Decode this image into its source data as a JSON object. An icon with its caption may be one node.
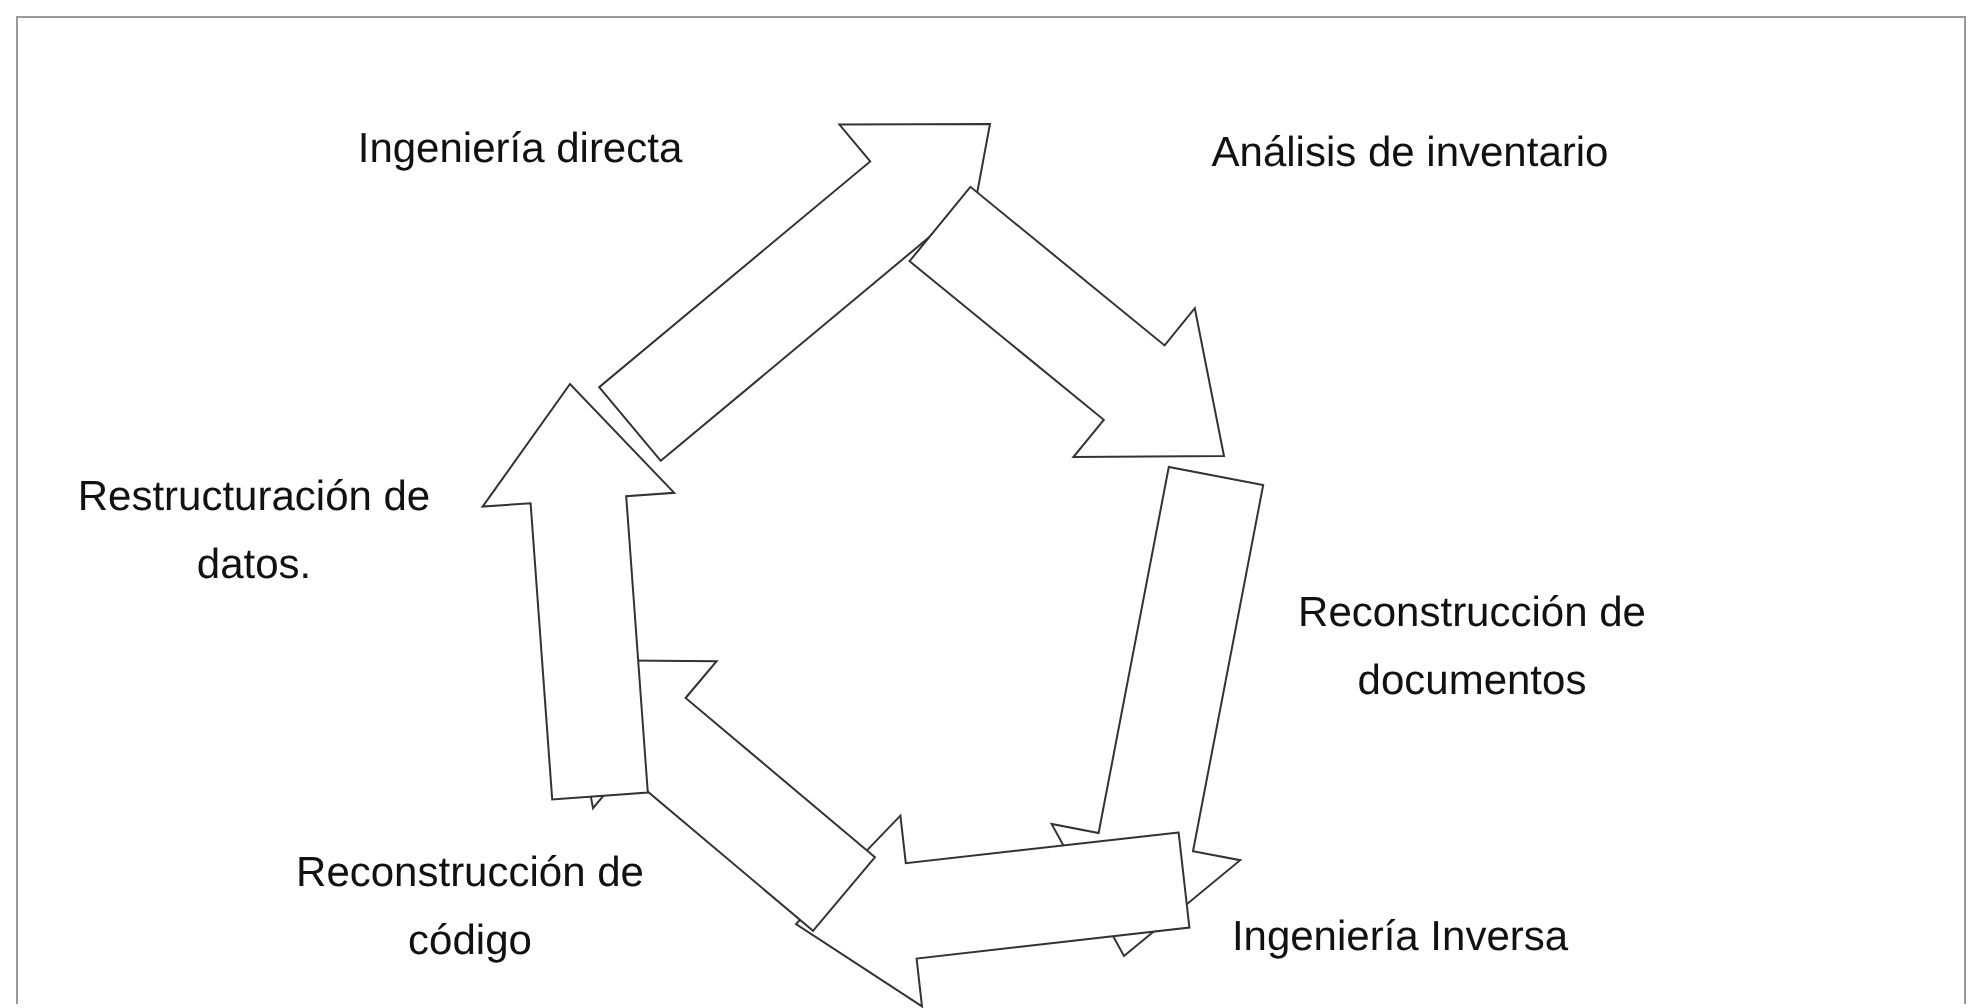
{
  "diagram": {
    "nodes": [
      {
        "text": [
          "Ingeniería directa"
        ]
      },
      {
        "text": [
          "Análisis de inventario"
        ]
      },
      {
        "text": [
          "Reconstrucción de documentos"
        ]
      },
      {
        "text": [
          "Ingeniería Inversa"
        ]
      },
      {
        "text": [
          "Reconstrucción de código"
        ]
      },
      {
        "text": [
          "Restructuración de datos."
        ]
      }
    ],
    "edges": [
      {
        "from": 0,
        "to": null,
        "arrow": "to"
      },
      {
        "from": 1,
        "to": null,
        "arrow": "to"
      },
      {
        "from": 2,
        "to": null,
        "arrow": "to"
      },
      {
        "from": 3,
        "to": null,
        "arrow": "to"
      },
      {
        "from": 4,
        "to": null,
        "arrow": "to"
      },
      {
        "from": 5,
        "to": null,
        "arrow": "to"
      }
    ]
  }
}
